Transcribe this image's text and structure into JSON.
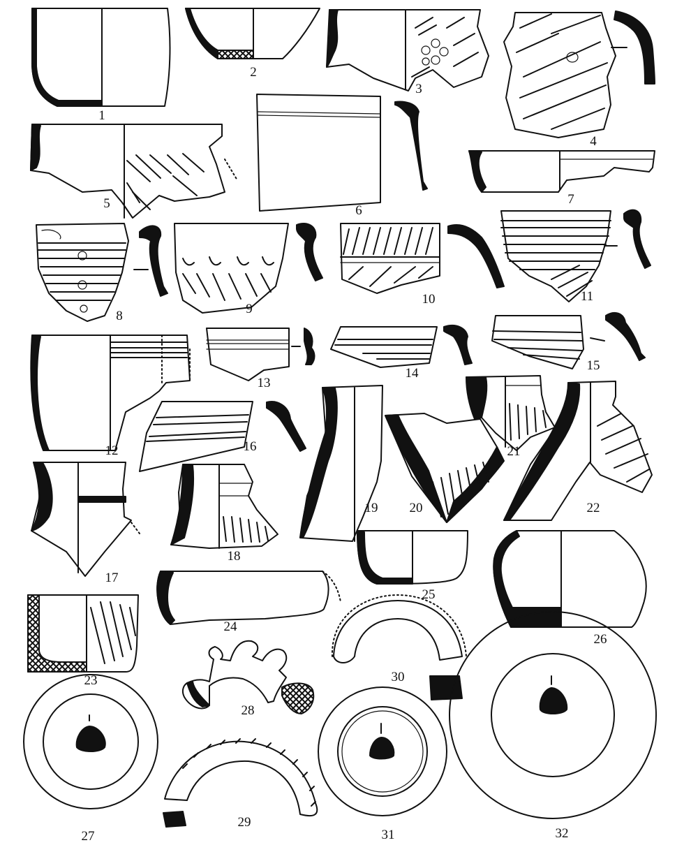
{
  "figure_numbers": [
    "1",
    "2",
    "3",
    "4",
    "5",
    "6",
    "7",
    "8",
    "9",
    "10",
    "11",
    "12",
    "13",
    "14",
    "15",
    "16",
    "17",
    "18",
    "19",
    "20",
    "21",
    "22",
    "23",
    "24",
    "25",
    "26",
    "27",
    "28",
    "29",
    "30",
    "31",
    "32"
  ]
}
